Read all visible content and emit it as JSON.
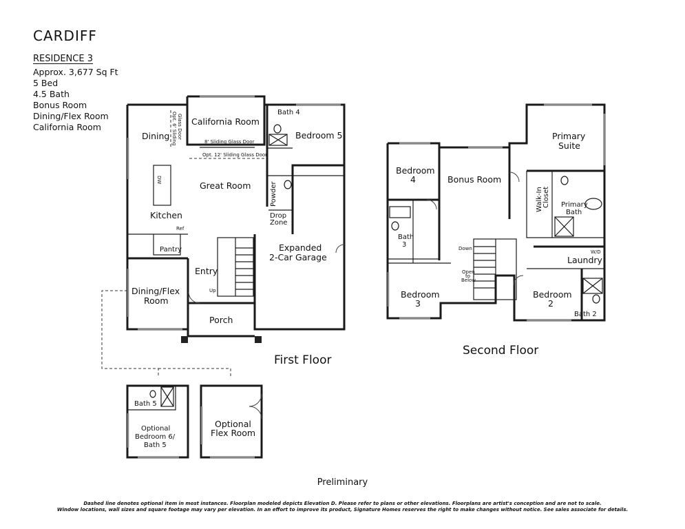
{
  "header": {
    "title": "CARDIFF",
    "subtitle": "RESIDENCE 3",
    "specs": [
      "Approx. 3,677 Sq Ft",
      "5 Bed",
      "4.5 Bath",
      "Bonus Room",
      "Dining/Flex Room",
      "California Room"
    ]
  },
  "floor_labels": {
    "first": "First Floor",
    "second": "Second Floor"
  },
  "first_floor": {
    "dining": "Dining",
    "opt_slider_1": "Opt. 6' Sliding",
    "opt_slider_2": "Glass Door",
    "california_room": "California Room",
    "sliding_8": "8' Sliding Glass Door",
    "sliding_12": "Opt. 12' Sliding Glass Door",
    "bath4": "Bath 4",
    "bedroom5": "Bedroom 5",
    "great_room": "Great Room",
    "dw": "DW",
    "kitchen": "Kitchen",
    "ref": "Ref",
    "pantry": "Pantry",
    "powder": "Powder",
    "drop_zone_1": "Drop",
    "drop_zone_2": "Zone",
    "garage_1": "Expanded",
    "garage_2": "2-Car Garage",
    "entry": "Entry",
    "up": "Up",
    "dining_flex_1": "Dining/Flex",
    "dining_flex_2": "Room",
    "porch": "Porch"
  },
  "optional": {
    "bath5": "Bath 5",
    "bed6_1": "Optional",
    "bed6_2": "Bedroom 6/",
    "bed6_3": "Bath 5",
    "flex_1": "Optional",
    "flex_2": "Flex Room"
  },
  "second_floor": {
    "bedroom4_1": "Bedroom",
    "bedroom4_2": "4",
    "bonus_room": "Bonus Room",
    "primary_1": "Primary",
    "primary_2": "Suite",
    "walkin_1": "Walk-In",
    "walkin_2": "Closet",
    "primary_bath_1": "Primary",
    "primary_bath_2": "Bath",
    "bath3_1": "Bath",
    "bath3_2": "3",
    "down": "Down",
    "open_1": "Open",
    "open_2": "to",
    "open_3": "Below",
    "laundry": "Laundry",
    "wd": "W/D",
    "bedroom3_1": "Bedroom",
    "bedroom3_2": "3",
    "bedroom2_1": "Bedroom",
    "bedroom2_2": "2",
    "bath2": "Bath 2"
  },
  "footer": {
    "preliminary": "Preliminary",
    "disclaimer_1": "Dashed line denotes optional item in most instances. Floorplan modeled depicts Elevation D. Please refer to plans or other elevations. Floorplans are artist's conception and are not to scale.",
    "disclaimer_2": "Window locations, wall sizes and square footage may vary per elevation. In an effort to improve its product, Signature Homes reserves the right to make changes without notice. See sales associate for details."
  }
}
